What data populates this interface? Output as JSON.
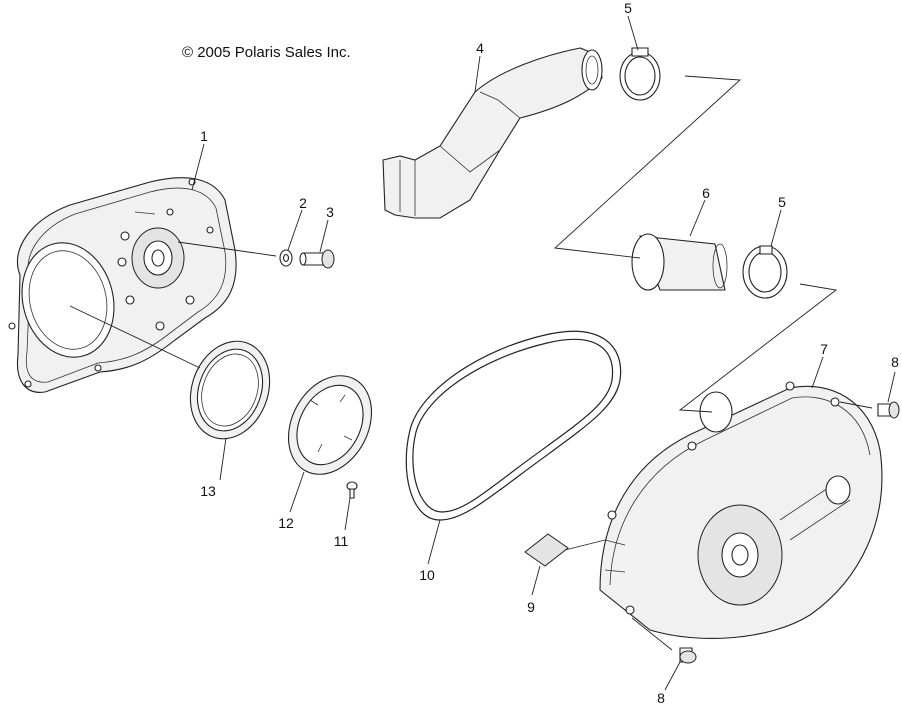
{
  "copyright": "© 2005 Polaris Sales Inc.",
  "callouts": {
    "c1": "1",
    "c2": "2",
    "c3": "3",
    "c4": "4",
    "c5a": "5",
    "c5b": "5",
    "c6": "6",
    "c7": "7",
    "c8a": "8",
    "c8b": "8",
    "c9": "9",
    "c10": "10",
    "c11": "11",
    "c12": "12",
    "c13": "13"
  }
}
